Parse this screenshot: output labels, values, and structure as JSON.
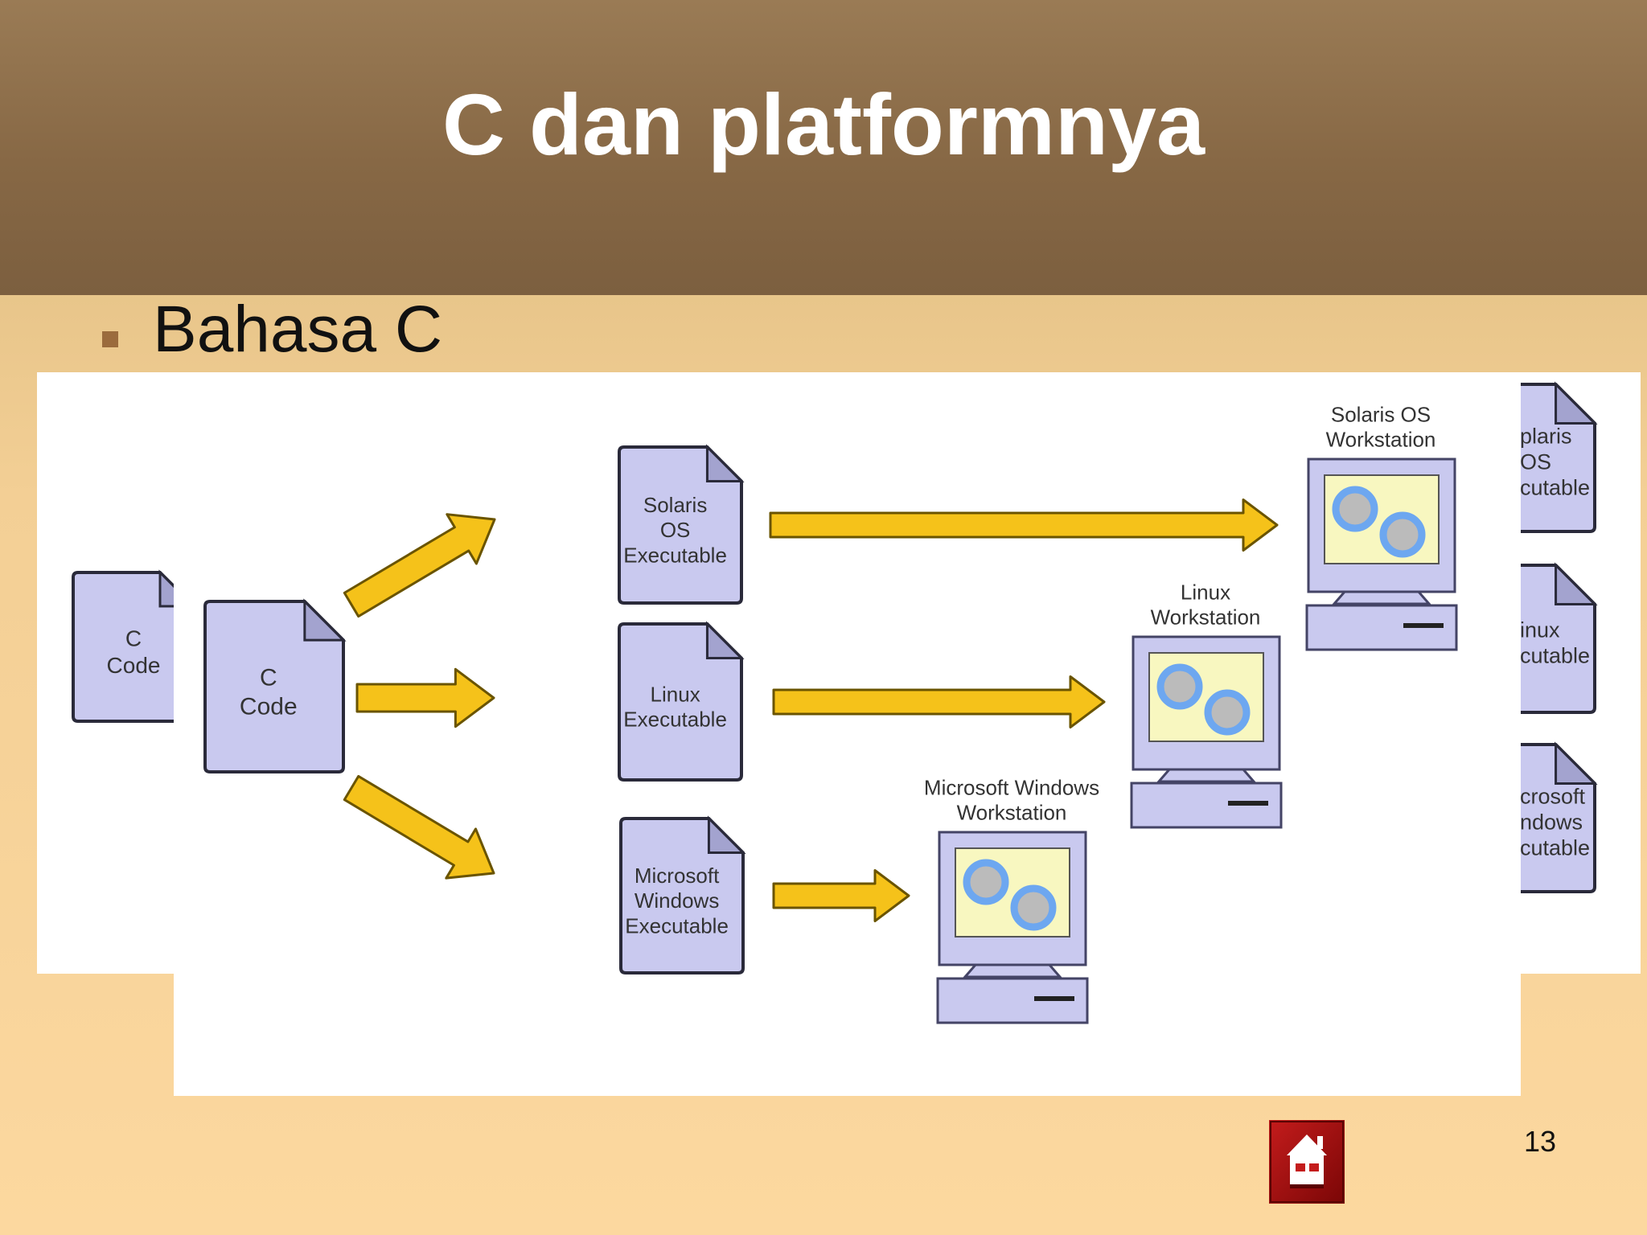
{
  "slide": {
    "title": "C dan platformnya",
    "bullet": "Bahasa C",
    "page_number": "13"
  },
  "colors": {
    "header": "#876845",
    "background": "#fcd89f",
    "doc_fill": "#c9c9ef",
    "arrow_fill": "#f5c21a",
    "screen_fill": "#f8f7c0",
    "circle_stroke": "#6da7f0"
  },
  "diagram": {
    "back_docs": [
      {
        "lines": [
          "C",
          "Code"
        ]
      }
    ],
    "source_doc": {
      "lines": [
        "C",
        "Code"
      ]
    },
    "executables": [
      {
        "lines": [
          "Solaris",
          "OS",
          "Executable"
        ]
      },
      {
        "lines": [
          "Linux",
          "Executable"
        ]
      },
      {
        "lines": [
          "Microsoft",
          "Windows",
          "Executable"
        ]
      }
    ],
    "workstations": [
      {
        "lines": [
          "Solaris OS",
          "Workstation"
        ]
      },
      {
        "lines": [
          "Linux",
          "Workstation"
        ]
      },
      {
        "lines": [
          "Microsoft Windows",
          "Workstation"
        ]
      }
    ],
    "right_docs": [
      {
        "lines": [
          "plaris",
          "OS",
          "cutable"
        ]
      },
      {
        "lines": [
          "inux",
          "cutable"
        ]
      },
      {
        "lines": [
          "crosoft",
          "ndows",
          "cutable"
        ]
      }
    ]
  },
  "icons": {
    "home": "home-icon"
  }
}
